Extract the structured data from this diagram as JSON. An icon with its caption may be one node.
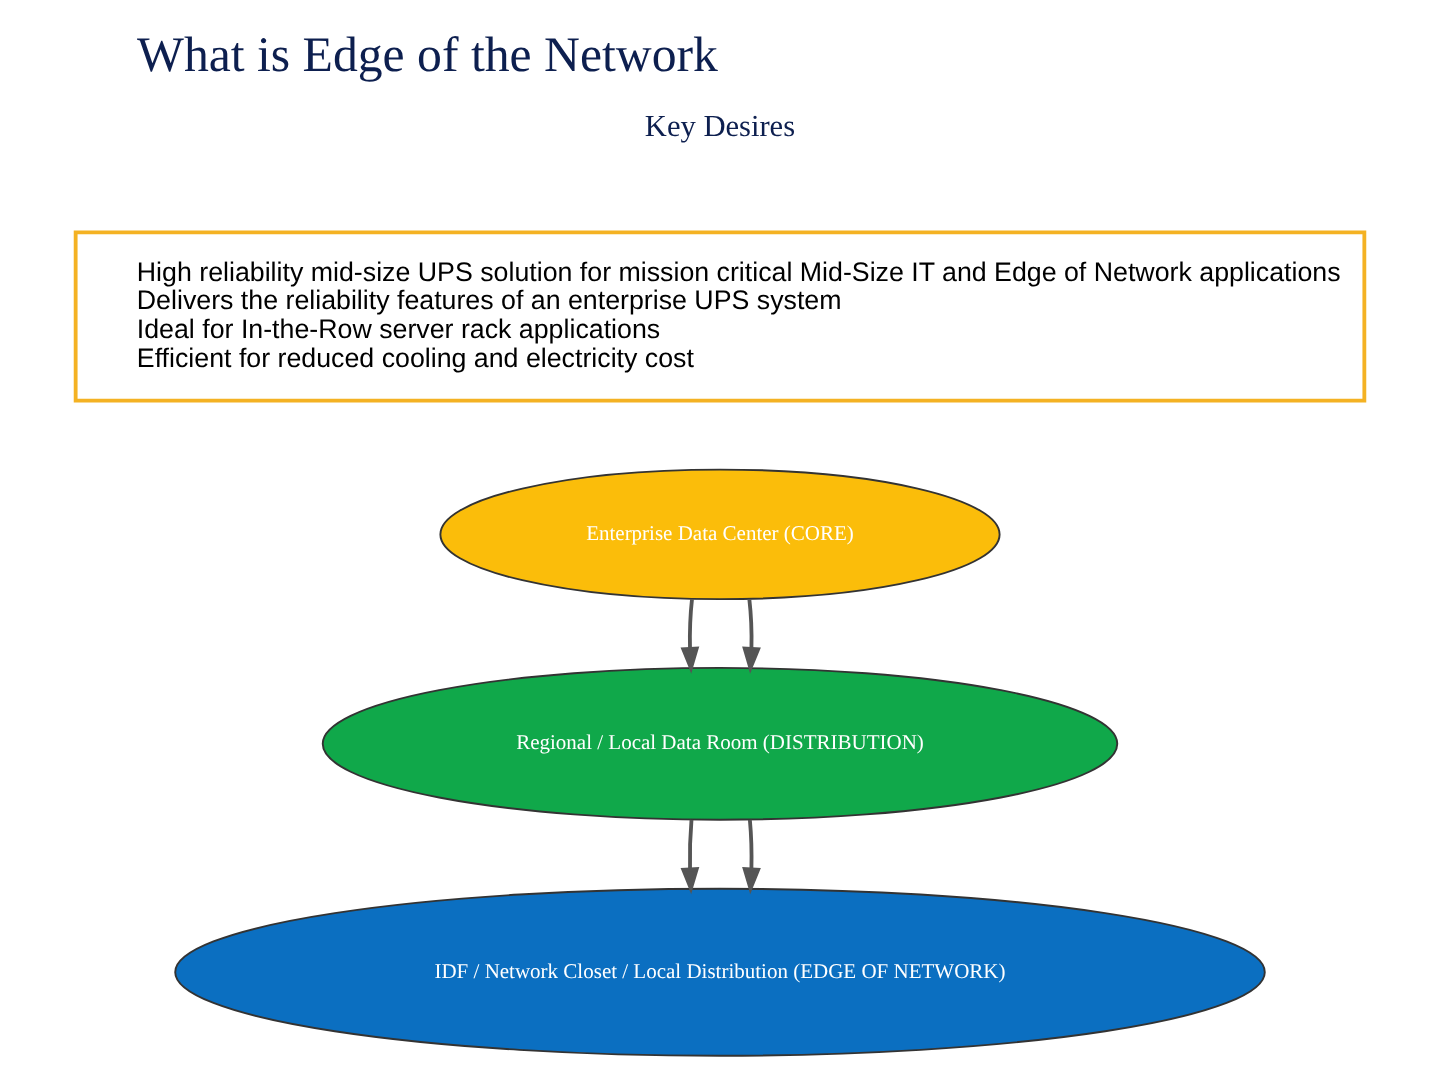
{
  "diagram": {
    "title": "What is Edge of the Network",
    "nodes": [
      {
        "text": [
          "High reliability mid-size UPS solution for mission critical Mid-Size IT and Edge of Network applications",
          "Delivers the reliability features of an enterprise UPS system",
          "Ideal for In-the-Row server rack applications",
          "Efficient for reduced cooling and electricity cost"
        ]
      },
      {
        "text": [
          "Enterprise Data Center (CORE)"
        ]
      },
      {
        "text": [
          "Regional / Local Data Room (DISTRIBUTION)"
        ]
      },
      {
        "text": [
          "IDF / Network Closet / Local Distribution (EDGE OF NETWORK)"
        ]
      }
    ],
    "edges": [
      {
        "from": 1,
        "to": 2,
        "arrow": "to"
      },
      {
        "from": 1,
        "to": 2,
        "arrow": "to"
      },
      {
        "from": 2,
        "to": 3,
        "arrow": "to"
      },
      {
        "from": 2,
        "to": 3,
        "arrow": "to"
      }
    ],
    "labels": [
      "Key Desires"
    ]
  }
}
